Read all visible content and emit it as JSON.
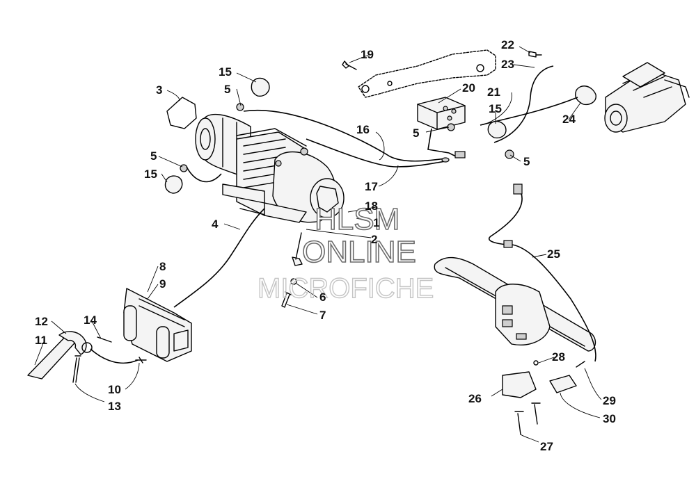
{
  "callouts": {
    "c1": "1",
    "c2": "2",
    "c3": "3",
    "c4": "4",
    "c5a": "5",
    "c5b": "5",
    "c5c": "5",
    "c5d": "5",
    "c6": "6",
    "c7": "7",
    "c8": "8",
    "c9": "9",
    "c10": "10",
    "c11": "11",
    "c12": "12",
    "c13": "13",
    "c14": "14",
    "c15a": "15",
    "c15b": "15",
    "c15c": "15",
    "c16": "16",
    "c17": "17",
    "c18": "18",
    "c19": "19",
    "c20": "20",
    "c21": "21",
    "c22": "22",
    "c23": "23",
    "c24": "24",
    "c25": "25",
    "c26": "26",
    "c27": "27",
    "c28": "28",
    "c29": "29",
    "c30": "30"
  },
  "watermark": {
    "line1": "HLSM",
    "line2": "ONLINE",
    "line3": "MICROFICHE"
  }
}
